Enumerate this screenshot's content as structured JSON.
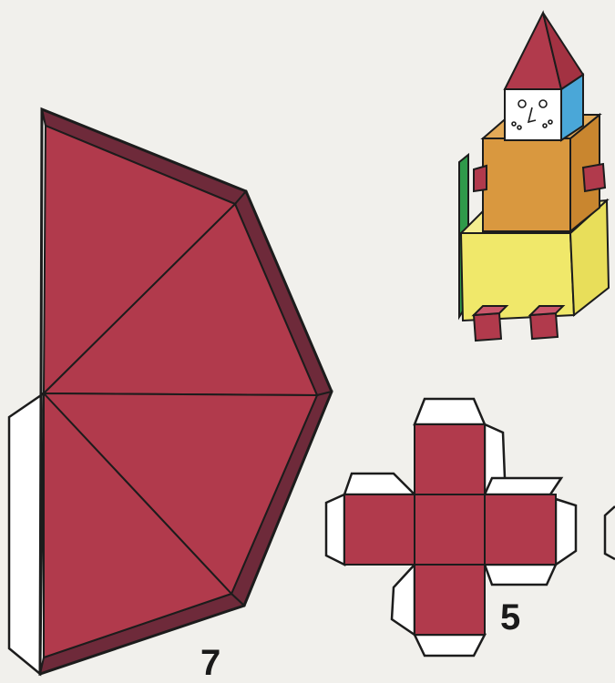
{
  "labels": {
    "net_cube": "5",
    "net_pyramid": "7"
  },
  "colors": {
    "face": "#b13a4c",
    "flap_dark": "#6e2a3a",
    "outline": "#1c1c1c",
    "background": "#f1f0ec",
    "robot_body": "#d9983f",
    "robot_base": "#f0e86a",
    "robot_head_side": "#4aa7d8",
    "robot_arm": "#2f9a4a"
  },
  "figures": [
    {
      "name": "pyramid-net",
      "kind": "cut-out net",
      "label_key": "net_pyramid"
    },
    {
      "name": "cube-net",
      "kind": "cut-out net",
      "label_key": "net_cube"
    },
    {
      "name": "toy-robot",
      "kind": "assembled model"
    }
  ]
}
